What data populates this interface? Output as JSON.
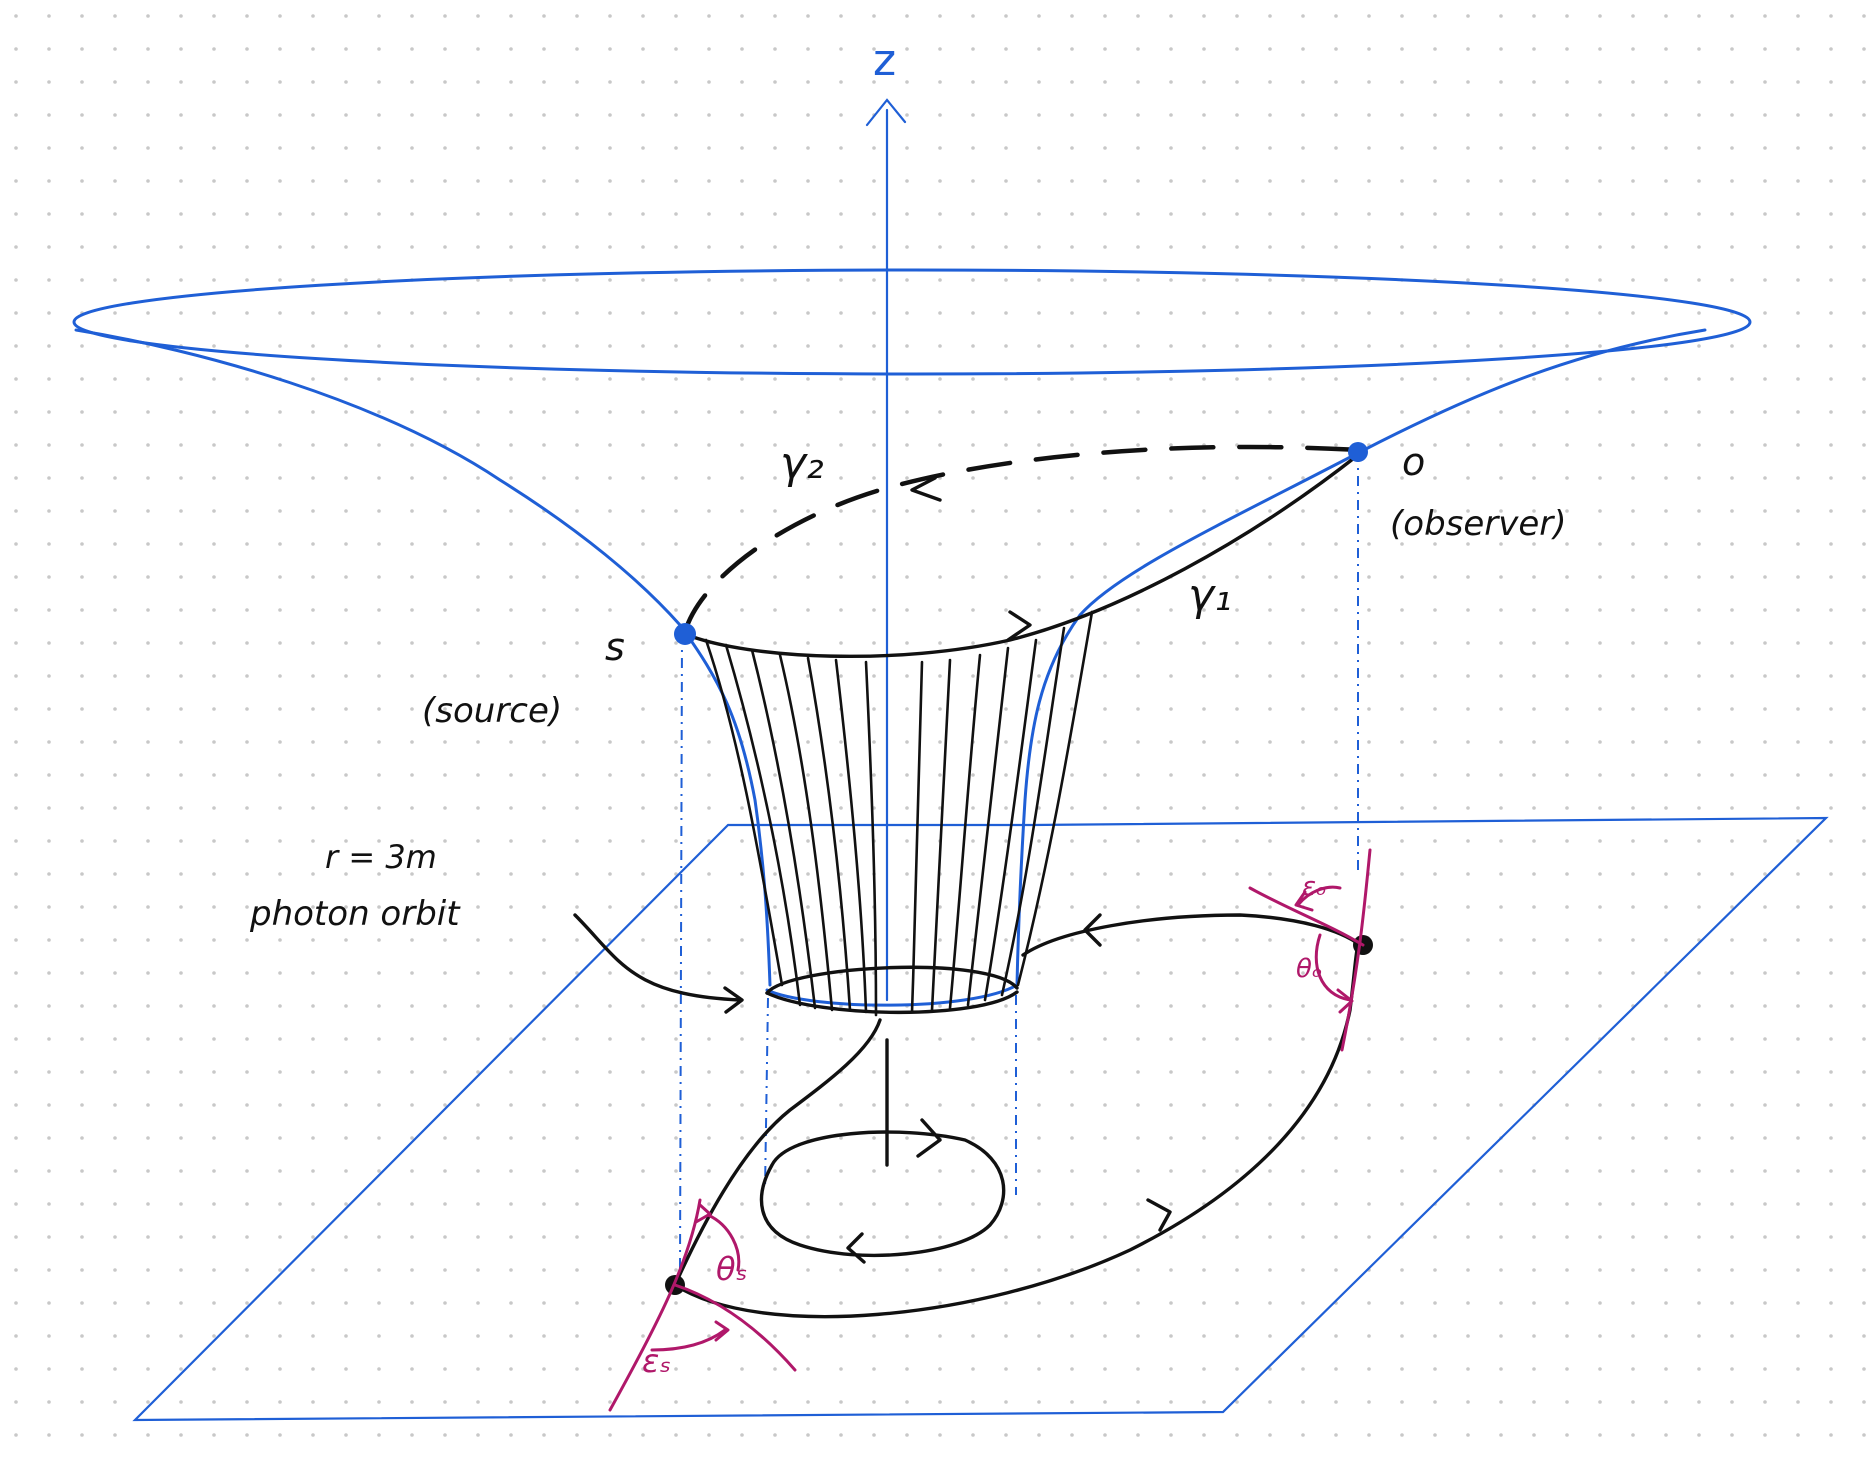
{
  "labels": {
    "z_axis": "z",
    "gamma2": "γ₂",
    "gamma1": "γ₁",
    "observer_point": "o",
    "observer_desc": "(observer)",
    "source_point": "s",
    "source_desc": "(source)",
    "photon_orbit_line1": "r = 3m",
    "photon_orbit_line2": "photon orbit",
    "epsilon_o": "εₒ",
    "theta_o": "θₒ",
    "theta_s": "θₛ",
    "epsilon_s": "εₛ"
  },
  "colors": {
    "surface": "#1f5fd6",
    "curves": "#111111",
    "angles": "#b0186a",
    "grid_dots": "#c8c8c8"
  }
}
